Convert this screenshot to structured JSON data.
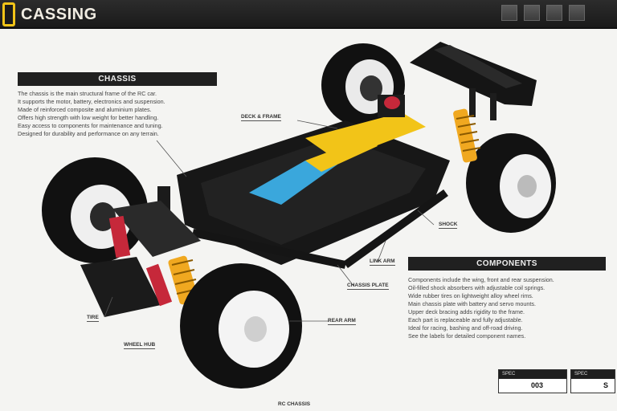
{
  "app": {
    "title": "CASSING"
  },
  "window_buttons": [
    "window-button-1",
    "window-button-2",
    "window-button-3",
    "window-button-4"
  ],
  "left_panel": {
    "header": "CHASSIS",
    "lines": [
      "The chassis is the main structural frame of the RC car.",
      "It supports the motor, battery, electronics and suspension.",
      "Made of reinforced composite and aluminium plates.",
      "Offers high strength with low weight for better handling.",
      "Easy access to components for maintenance and tuning.",
      "Designed for durability and performance on any terrain."
    ]
  },
  "right_panel": {
    "header": "COMPONENTS",
    "lines": [
      "Components include the wing, front and rear suspension.",
      "Oil-filled shock absorbers with adjustable coil springs.",
      "Wide rubber tires on lightweight alloy wheel rims.",
      "Main chassis plate with battery and servo mounts.",
      "Upper deck bracing adds rigidity to the frame.",
      "Each part is replaceable and fully adjustable.",
      "Ideal for racing, bashing and off-road driving.",
      "See the labels for detailed component names."
    ]
  },
  "callouts": {
    "top_frame": "DECK & FRAME",
    "right_shock": "SHOCK",
    "front_arm": "LINK ARM",
    "front_chassis": "CHASSIS PLATE",
    "bottom_rear": "REAR ARM",
    "front_wheel": "TIRE",
    "bottom_left": "WHEEL HUB",
    "footer": "RC CHASSIS"
  },
  "spec_boxes": [
    {
      "label": "SPEC",
      "value": "003"
    },
    {
      "label": "SPEC",
      "value": "S"
    }
  ],
  "colors": {
    "accent_yellow": "#f2c418",
    "accent_blue": "#3aa7dc",
    "frame_black": "#151515",
    "spring_orange": "#f0a820",
    "arm_red": "#c6283a"
  }
}
